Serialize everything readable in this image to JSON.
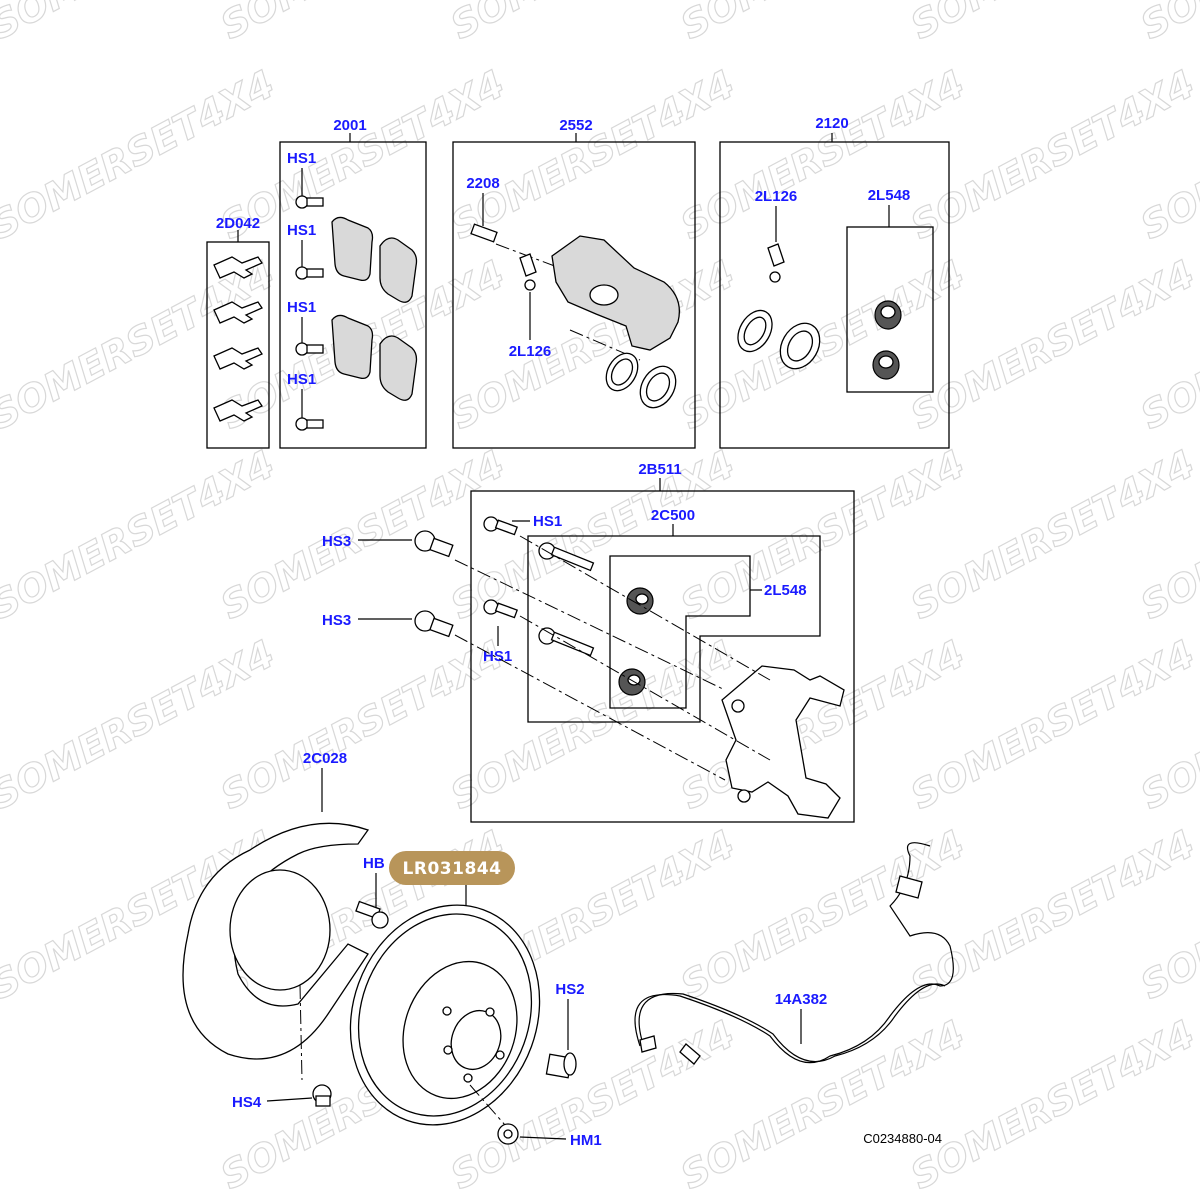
{
  "watermark": "SOMERSET4X4",
  "callouts": {
    "pads_kit": "2001",
    "caliper": "2552",
    "caliper_seal_kit": "2120",
    "clip_kit": "2D042",
    "hs1_a": "HS1",
    "hs1_b": "HS1",
    "hs1_c": "HS1",
    "hs1_d": "HS1",
    "bleed_screw": "2208",
    "cap_left": "2L126",
    "cap_right": "2L126",
    "boot_kit_top": "2L548",
    "carrier_kit": "2B511",
    "hs1_e": "HS1",
    "hs1_f": "HS1",
    "guide_pin_kit": "2C500",
    "boot_kit_mid": "2L548",
    "hs3_a": "HS3",
    "hs3_b": "HS3",
    "backplate": "2C028",
    "hb": "HB",
    "hs2": "HS2",
    "sensor": "14A382",
    "hs4": "HS4",
    "hm1": "HM1"
  },
  "highlight_part": "LR031844",
  "highlight_color": "#b8955a",
  "label_color": "#1a1aff",
  "diagram_code": "C0234880-04"
}
